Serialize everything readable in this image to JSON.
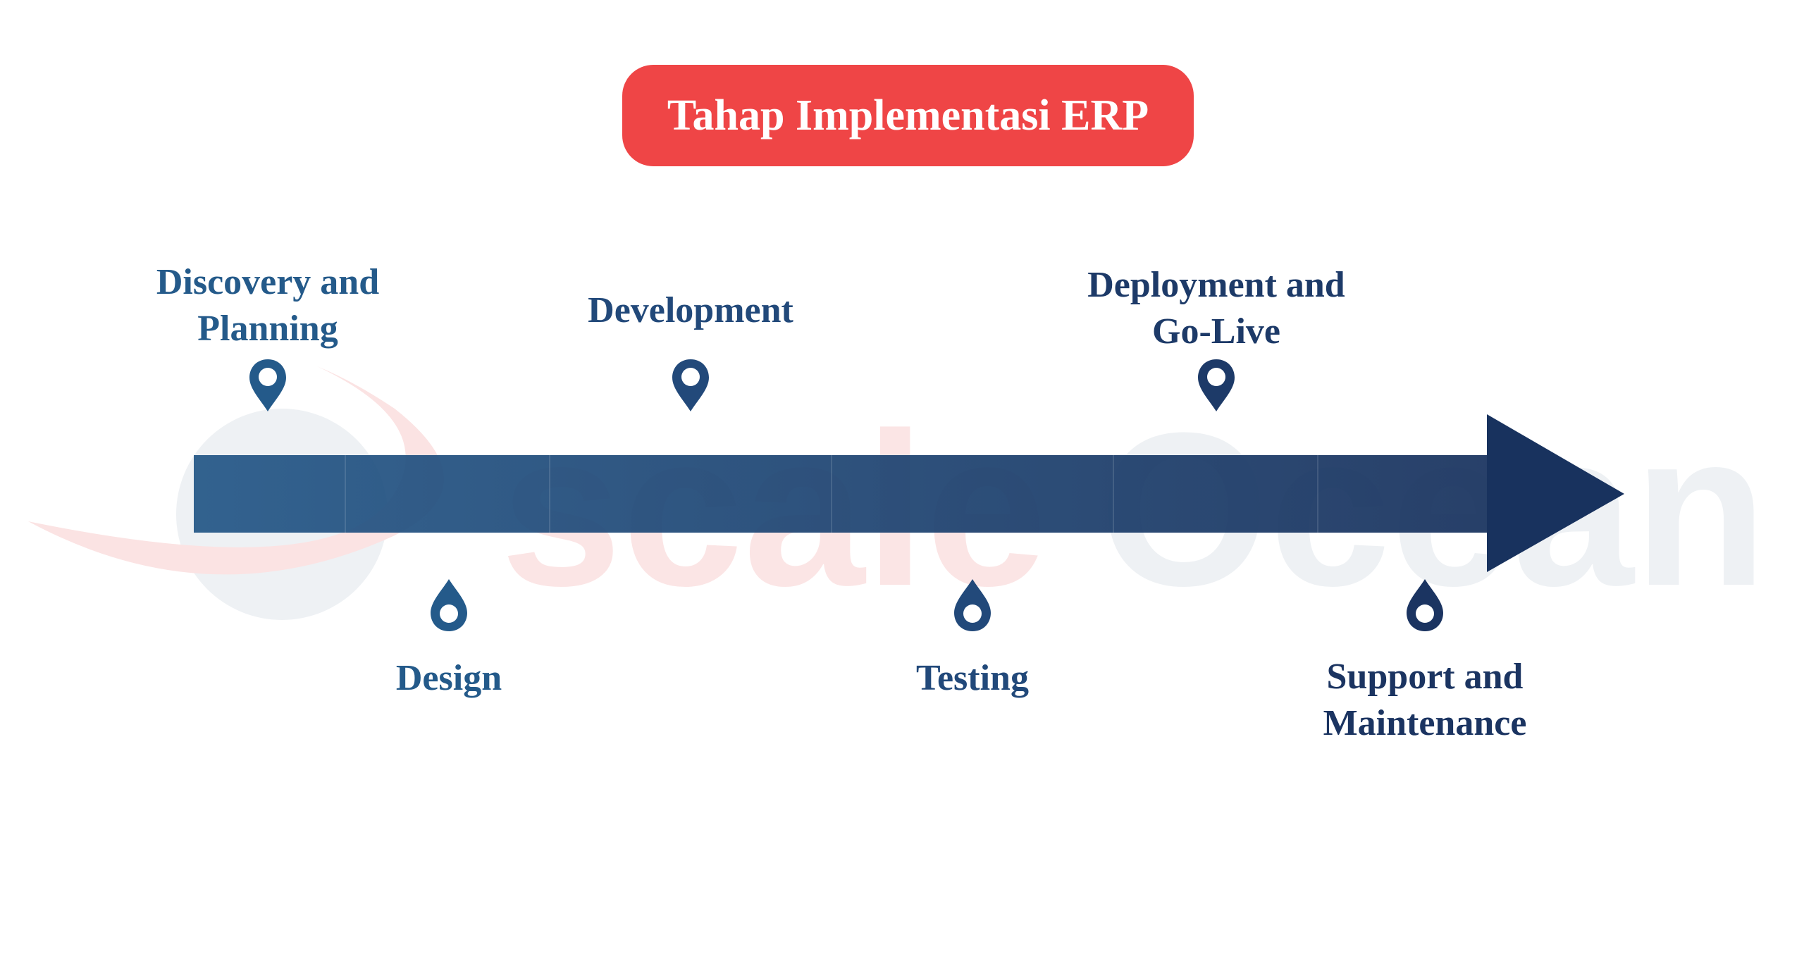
{
  "title": "Tahap Implementasi ERP",
  "watermark": "scaleOcean",
  "colors": {
    "title_bg": "#ef4546",
    "arrow_start": "#245787",
    "arrow_end": "#18325e",
    "watermark_red": "#fbe3e3",
    "watermark_grey": "#eef1f4"
  },
  "stages": [
    {
      "lines": [
        "Discovery and",
        "Planning"
      ],
      "position": "above",
      "color": "#245a8a"
    },
    {
      "lines": [
        "Design"
      ],
      "position": "below",
      "color": "#245a8a"
    },
    {
      "lines": [
        "Development"
      ],
      "position": "above",
      "color": "#22497a"
    },
    {
      "lines": [
        "Testing"
      ],
      "position": "below",
      "color": "#22497a"
    },
    {
      "lines": [
        "Deployment and",
        "Go-Live"
      ],
      "position": "above",
      "color": "#1d3a68"
    },
    {
      "lines": [
        "Support and",
        "Maintenance"
      ],
      "position": "below",
      "color": "#1b3461"
    }
  ]
}
